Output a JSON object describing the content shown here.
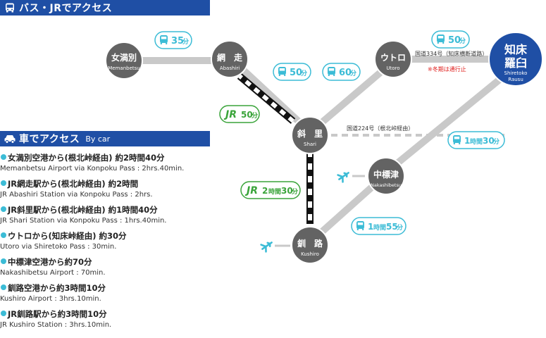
{
  "bus_header": {
    "title": "バス・JRでアクセス"
  },
  "car_header": {
    "title": "車でアクセス",
    "subtitle": "By car"
  },
  "stations": {
    "memanbetsu": {
      "jp": "女満別",
      "en": "Memanbetsu"
    },
    "abashiri": {
      "jp": "網　走",
      "en": "Abashiri"
    },
    "utoro": {
      "jp": "ウトロ",
      "en": "Utoro"
    },
    "shiretoko": {
      "jp_line1": "知床",
      "jp_line2": "羅臼",
      "en_line1": "Shiretoko",
      "en_line2": "Rausu"
    },
    "shari": {
      "jp": "斜　里",
      "en": "Shari"
    },
    "nakashibetsu": {
      "jp": "中標津",
      "en": "Nakashibetsu"
    },
    "kushiro": {
      "jp": "釧　路",
      "en": "Kushiro"
    }
  },
  "badges": {
    "memanbetsu_abashiri": {
      "num": "35",
      "unit": "分"
    },
    "abashiri_shari_bus": {
      "num": "50",
      "unit": "分"
    },
    "utoro_shari_bus": {
      "num": "60",
      "unit": "分"
    },
    "utoro_shiretoko": {
      "num": "50",
      "unit": "分"
    },
    "abashiri_shari_jr": {
      "num": "50",
      "unit": "分"
    },
    "shari_kushiro_jr": {
      "num": "2",
      "unit1": "時間",
      "num2": "30",
      "unit2": "分"
    },
    "nakashibetsu_shiretoko": {
      "num": "1",
      "unit1": "時間",
      "num2": "30",
      "unit2": "分"
    },
    "kushiro_nakashibetsu": {
      "num": "1",
      "unit1": "時間",
      "num2": "55",
      "unit2": "分"
    },
    "jr_mark": "JR"
  },
  "road_labels": {
    "route334": "国道334号（知床横断道路）",
    "winter_note": "※冬期は通行止",
    "route224": "国道224号（根北峠経由）"
  },
  "routes": [
    {
      "jp": "女満別空港から(根北峠経由) 約2時間40分",
      "en": "Memanbetsu Airport via Konpoku Pass : 2hrs.40min."
    },
    {
      "jp": "JR網走駅から(根北峠経由) 約2時間",
      "en": "JR Abashiri Station via Konpoku Pass : 2hrs."
    },
    {
      "jp": "JR斜里駅から(根北峠経由) 約1時間40分",
      "en": "JR Shari Station via Konpoku Pass : 1hrs.40min."
    },
    {
      "jp": "ウトロから(知床峠経由) 約30分",
      "en": "Utoro via Shiretoko Pass : 30min."
    },
    {
      "jp": "中標津空港から約70分",
      "en": "Nakashibetsu Airport : 70min."
    },
    {
      "jp": "釧路空港から約3時間10分",
      "en": "Kushiro Airport : 3hrs.10min."
    },
    {
      "jp": "JR釧路駅から約3時間10分",
      "en": "JR Kushiro Station : 3hrs.10min."
    }
  ],
  "colors": {
    "header": "#1f4fa5",
    "node": "#636363",
    "shiretoko_node": "#1f4fa5",
    "road": "#c9c9c9",
    "teal": "#3cbcd6",
    "green": "#3aa43a",
    "winter_note": "#e0201e"
  }
}
